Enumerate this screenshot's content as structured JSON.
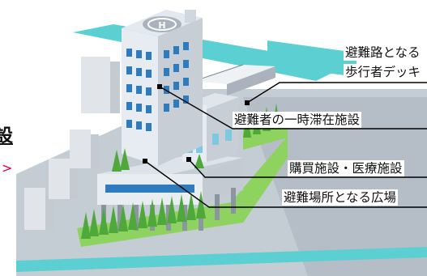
{
  "callouts": {
    "deck_line1": "避難路となる",
    "deck_line2": "歩行者デッキ",
    "stay": "避難者の一時滞在施設",
    "shop": "購買施設・医療施設",
    "plaza": "避難場所となる広場"
  },
  "edge": {
    "char": "設",
    "arrow": ">"
  },
  "helipad": "H",
  "colors": {
    "ground": "#c4ccd4",
    "water": "#5ccfd2",
    "green": "#8ed35f",
    "tower_front": "#e6ecf2",
    "tower_side": "#c7ced6",
    "window": "#2e7bbd",
    "window_light": "#7ec8e0",
    "leader": "#000000"
  }
}
